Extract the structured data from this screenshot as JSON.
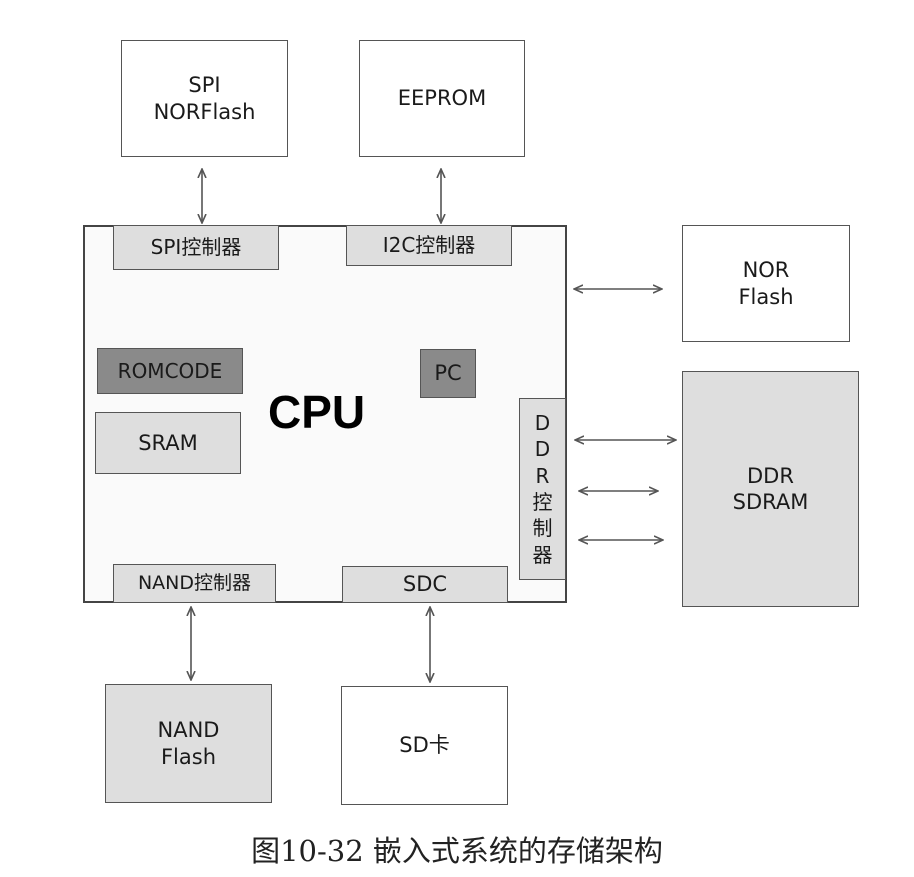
{
  "external": {
    "spi_norflash": "SPI\nNORFlash",
    "eeprom": "EEPROM",
    "nor_flash": "NOR\nFlash",
    "ddr_sdram": "DDR\nSDRAM",
    "nand_flash": "NAND\nFlash",
    "sd_card": "SD卡"
  },
  "cpu": {
    "label": "CPU",
    "spi_controller": "SPI控制器",
    "i2c_controller": "I2C控制器",
    "romcode": "ROMCODE",
    "sram": "SRAM",
    "pc": "PC",
    "ddr_controller_chars": [
      "D",
      "D",
      "R",
      "控",
      "制",
      "器"
    ],
    "nand_controller": "NAND控制器",
    "sdc": "SDC"
  },
  "caption": "图10-32  嵌入式系统的存储架构"
}
